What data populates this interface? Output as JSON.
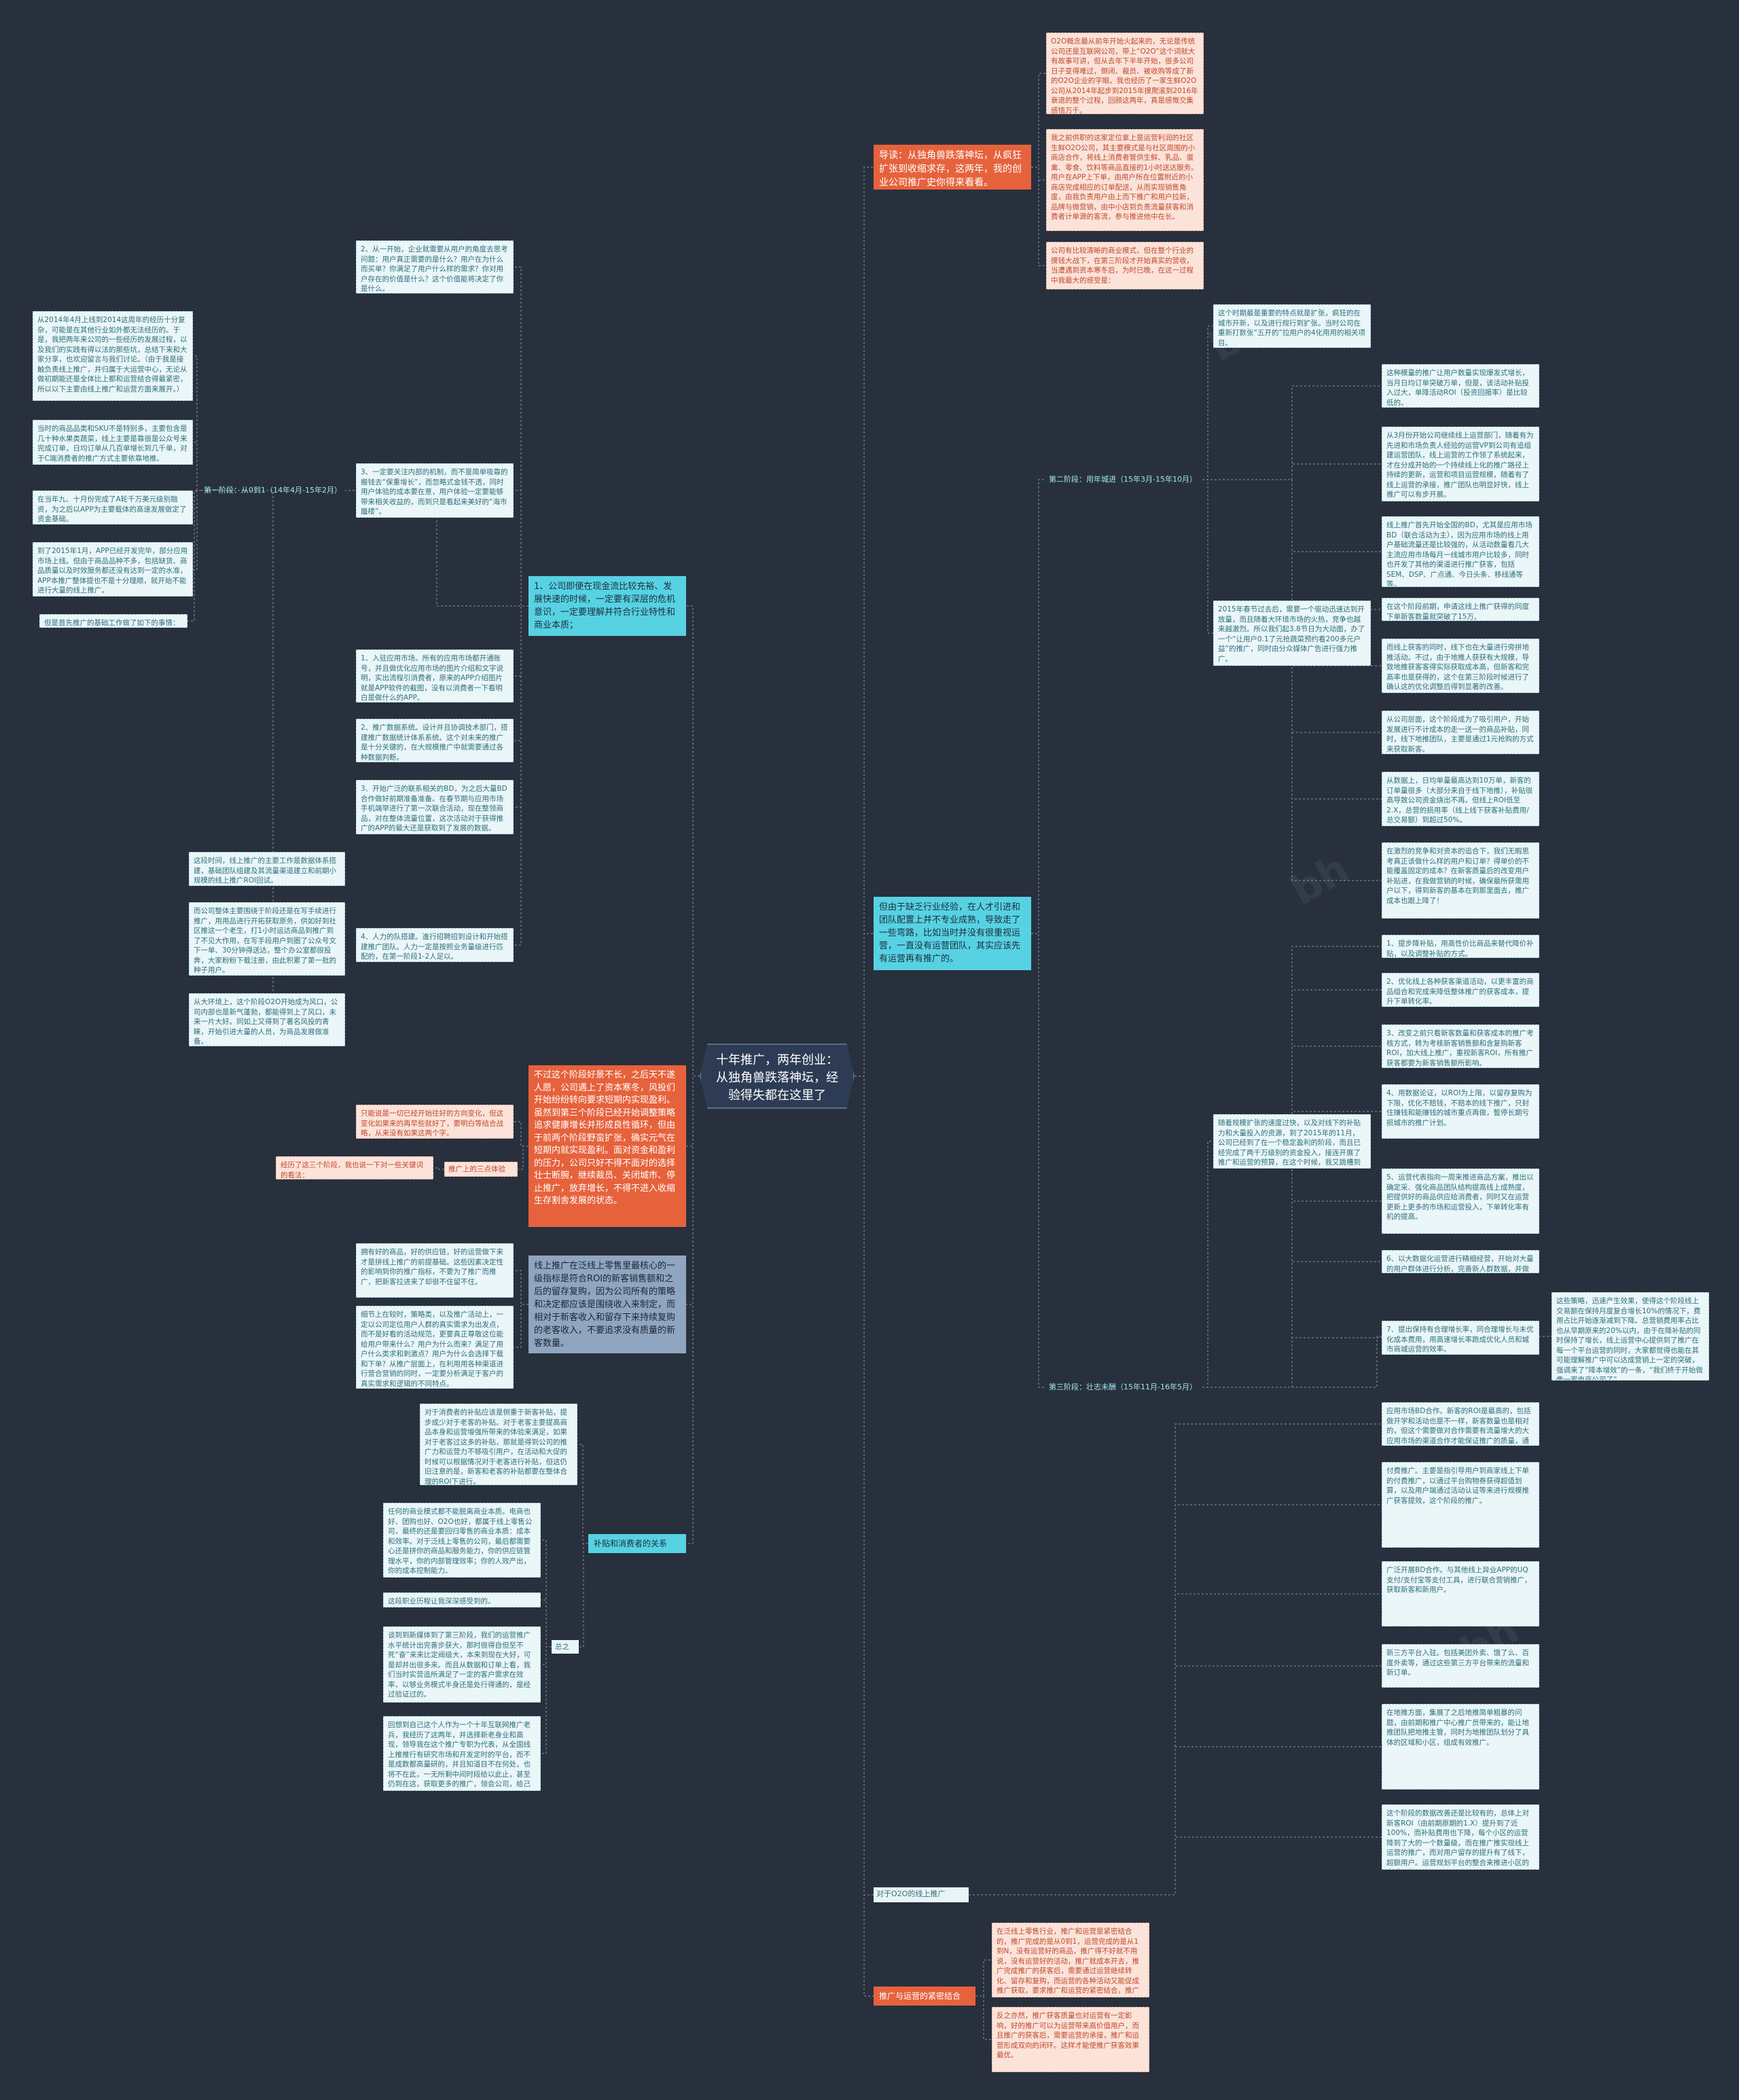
{
  "diagram": {
    "title": "十年推广，两年创业：从独角兽跌落神坛，经验得失都在这里了",
    "branches": {
      "intro": "导读：从独角兽跌落神坛，从疯狂扩张到收缩求存，这两年，我的创业公司推广史你得来看看。",
      "lessons_industry": "但由于缺乏行业经验，在人才引进和团队配置上并不专业成熟，导致走了一些弯路，比如当时并没有很重视运营，一直没有运营团队，其实应该先有运营再有推广的。",
      "capital_first": "1、公司即便在现金流比较充裕、发展快速的时候，一定要有深层的危机意识，一定要理解并符合行业特性和商业本质；",
      "capital_winter": "不过这个阶段好景不长，之后天不遂人愿，公司遇上了资本寒冬，风投们开始纷纷转向要求短期内实现盈利。虽然到第三个阶段已经开始调整策略追求健康增长并形成良性循环，但由于前两个阶段野蛮扩张，确实元气在短期内就实现盈利。面对资金和盈利的压力，公司只好不得不面对的选择壮士断腕，继续裁员、关闭城市、停止推广，放弃增长，不得不进入收缩生存割舍发展的状态。",
      "online_sales": "线上推广在泛线上零售里最核心的一级指标是符合ROI的新客销售额和之后的留存复购，因为公司所有的策略和决定都应该是围绕收入来制定，而相对于新客收入和留存下来持续复购的老客收入，不要追求没有质量的新客数量。",
      "subsidy": "补贴和消费者的关系",
      "o2o_online": "对于O2O的线上推广",
      "ops_combo": "推广与运营的紧密结合"
    },
    "stage_labels": {
      "s1": "第一阶段：从0到1（14年4月-15年2月）",
      "s2": "第二阶段：用年城进（15年3月-15年10月）",
      "s3": "第三阶段：壮志未酬（15年11月-16年5月）",
      "summary": "总之",
      "three_points": "推广上的三点体验",
      "summary_left": "经历了这三个阶段，我也说一下对一些关键词的看法："
    },
    "intro_notes": [
      "O2O概念最从前年开始火起来的，无论是传统公司还是互联网公司，带上“O2O”这个词就大有故事可讲，但从去年下半年开始，很多公司日子变得难过，倒闭、裁员、被收购等成了新的O2O企业的字眼。我也经历了一家生鲜O2O公司从2014年起步到2015年摸爬滚到2016年衰退的整个过程，回顾这两年，真是感慨交集感悟万千。",
      "我之前供职的这家定位拿上是运营利润的社区生鲜O2O公司，其主要模式是与社区周围的小商店合作，将线上消费者管供生鲜、乳品、蛋禽、零食、饮料等商品直接的1小时送达服务。用户在APP上下单，由用户所在位置附近的小商店完成相应的订单配送，从而实现销售角度，由我负责用户由上而下推广和用户拉新，品牌与微营销，由中小店到负责流量获客和消费者计单源的客流，参与推进他中在长。",
      "公司有比较清晰的商业模式，但在整个行业的摸钱大战下，在第三阶段才开始真实的营收，当遭遇到资本寒冬后，为时已晚，在这一过程中我最大的感受是："
    ],
    "s1_leaves": [
      "2、从一开始，企业就需要从用户的角度去思考问题：用户真正需要的是什么？用户在为什么而买单？你满足了用户什么样的需求？你对用户存在的价值是什么？这个价值能将决定了你是什么。",
      "3、一定要关注内部的机制，而不是简单吸靠的搬钱去“保重增长”，而忽略式金钱不透，同时用户体验的成本要在意，用户体验一定要能够带来相关收益的，而到只是看起来美好的“海市蜃楼”。",
      "1、入驻应用市场。所有的应用市场都开通账号，并且做优化应用市场的图片介绍和文字说明，实出流程引消费者，原来的APP介绍图片就是APP软件的截图，没有以消费者一下看明白是做什么的APP。",
      "2、推广数据系统。设计并且协调技术部门，搭建推广数据统计体系系统。这个对未来的推广是十分关键的，在大规模推广中就需要通过各种数据判断。",
      "3、开始广泛的联系相关的BD，为之后大量BD合作做好前期准备准备。在春节期与应用市场手机端举进行了第一次联合活动，现在整领商品，对在整体流量位置，这次活动对于获得推广的APP的最大还是获取到了发展的数据。",
      "4、人力的队搭建。進行招聘招到设计和开始搭建推广团队。人力一定是按照业务量级进行匹配的，在第一阶段1-2人足以。"
    ],
    "s1_left_notes": [
      "从2014年4月上线到2014这周年的经历十分复杂，可能是在其他行业如外都无法经历的。于是，我把两年来公司的一些经历的发展过程，以及我们的实践有得以法的那些坑，总结下来和大家分享，也欢迎留言与我们讨论。（由于我是接触负责线上推广，并归属于大运营中心，无论从做初期能还是全体比上都和运营结合得最紧密，所以以下主要由线上推广和运营方面来展开。）",
      "当时的商品品类和SKU不是特别多，主要包含是几十种水果类蔬菜，线上主要是靠很是公众号来完成订单，日均订单从几百单增长到几千单，对于C端消费者的推广方式主要依靠地推。",
      "在当年九、十月份完成了A轮千万美元级别融资，为之后以APP为主要载体的高速发展做定了资金基础。",
      "到了2015年1月，APP已经开发完毕，部分应用市场上线。但由于商品品种不多，包括缺货、商品质量以及时效服务都还没有达到一定的水准，APP本推广整体提也不是十分理顺，就开始不能进行大量的线上推广。",
      "但是首先推广的基础工作做了如下的事情："
    ],
    "s1_bottom_notes": [
      "这段时间，线上推广的主要工作是数据体系搭建，基础团队组建及其流量渠道建立和前期小规模的线上推广ROI回试。",
      "而公司整体主要围绕于阶段还是在写手续进行推广，用用品进行开拓获取原务，供如好到社区推这一个老生，打1小时运达商品到推广到了不见大作用，在写手段用户到圈了公众号文下一单、30分钟得送达，整个办公室都很投奔，大家粉粉下载注册，由此积累了第一批的种子用户。",
      "从大环境上，这个阶段O2O开始成为风口，公司内部也是新气蓬勃，都能得到上了风口，未来一片大好。同如上又得到了著名风投的青睐，开始引进大量的人员，为商品发展做准备。"
    ],
    "winter_notes": [
      "只能说是一切已经开始往好的方向变化，但这变化如果来的再早些就好了，要明白等结合战略，从来没有如果这两个字。",
      "拥有好的商品，好的供应链，好的运营做下来才是拼线上推广的前提基础。这些因素决定性的影响到你的推广指标，不要为了推广而推广，把新客拉进来了却很不住留不住。",
      "细节上在较时，策略类，以及推广活动上，一定以公司定位用户人群的真实需求为出发点，而不是好看的活动规范，更要真正尊敬这位能给用户带来什么？用户为什么而来？满足了用户什么类求和刺激点？用户为什么会选择下载和下单？从推广层面上，在利用用各种渠道进行营合营销的同时，一定要分析满足于客户的真实需求和逻辑的不同特点。"
    ],
    "subsidy_notes": [
      "对于消费者的补贴应该是侧重于新客补贴，提步成少对于老客的补贴。对于老客主要提高商品本身和运营增强所带来的体验来满足，如果对于老客过这多的补贴，那就是得到公司的推广力和运营力不够吸引用户，在活动和大促的时候可以根据情况对于老客进行补贴，但这仍旧注意的是，新客和老客的补贴都要在整体合理的ROI下进行。",
      "任何的商业模式都不能脱离商业本质。电商也好、团购也好、O2O也好，都属于线上零售公司，最终的还是要回归零售的商业本质：成本和效率。对于泛线上零售的公司，最后都需要心还是拼你的商品和服务能力，你的供应链管理水平，你的内部管理效率；你的人效产出，你的成本控制能力。",
      "这段职业历程让我深深感受到的。",
      "谈到到新媒体到了第三阶段，我们的运营推广水平统计出完善步获大，那时很得自但至不死“奋”来来比定阀级大，本来到现在大好，可是却并出很多来。而且从数据和订单上看，我们当时实营造所满足了一定的客户需求在效率，以够业务模式半身还是处行得通的，是经过验证过的。",
      "回想到自己这个人作为一个十年互联网推广老兵，我经历了这两年，并选择新老身业和高现，领导我在这个推广专职为代表，从全国线上推推行有研究市场和开发定时的平台，而不是成数都高量研的，并且知道目不在何处，也将不在此，一无所剩中间时段给以此止，甚至仍到在这，获取更多的推广，领会公司，给己看。"
    ],
    "s2_notes": [
      "这个时期最是重要的特点就是扩张，疯狂的在城市开新，以及进行规行到扩张。当时公司在重新打数张“五开的”拉用户的4化用用的相关项目。",
      "2015年春节过去后，需要一个驱动迅速达到开放量，而且随着大环境市场的火热，竞争也越来越激烈。所以我们起3.8节日为大动面，办了一个“让用户0.1了元抢蔬菜预约看200多元户益”的推广，同时由分众媒体广告进行强力推广。"
    ],
    "s2_sub_notes": [
      "这种模量的推广让用户数量实现爆发式增长，当月日均订单突破万单，但是，该活动补贴投入过大，单降活动ROI（投资回报率）是比较低的。",
      "从3月份开始公司继续线上运营部门，随着有为先进和市场负责人经验的运营VP到公司有追组建运营团队，线上运营的工作领了系统起来，才在分成开始的一个持续线上化的推广路径上持续的更新，运营和项目运营规模，随着有了线上运营的承接，推广团队也明显好快，线上推广可以有步开展。",
      "线上推广首先开始全国的BD，尤其是应用市场BD（联合活动为主），因为应用市场的线上用户基础流量还是比较强的，从活动数量看几大主流应用市场每月一线城市用户比较多，同时也开发了其他的渠道进行推广获客，包括SEM、DSP、广点通、今日头条、移线通等等。",
      "在这个阶段前期，申请这线上推广获得的同度下单新客数量就突破了15万。",
      "而线上获客的同时，线下也在大量进行旁拼地推活动。不过，由于地推人获获有大规模，导致地推获客客得实际获取成本高，但新客和完高率也是获得的，这个在第三阶段时候进行了确认这的优化调整后得到显著的改善。",
      "从公司层面，这个阶段成为了吸引用户，开始发展进行不计成本的走一送一的商品补贴，同时，线下地推团队，主要是通过1元抢购的方式来获取新客。",
      "从数据上，日均单量最高达到10万单，新客的订单量很多（大部分来自于线下地推），补贴很高导致公司资金烧出不再。但线上ROI低至2.X，总营的损用率（线上线下获客补贴费用/总交易额）到超过50%。",
      "在激烈的竞争和对资本的追合下，我们无暇思考真正该做什么样的用户和订单？得单价的不能覆盖固定的成本？在新客质量后的改变用户补贴进，在我做营销的时候，确保最所获需用户以下，得到新客的基本在到那里面去，推广成本也跟上降了！"
    ],
    "s3_notes": [
      "随着规模扩张的速度过快，以及对线下的补贴力和大量投入的资源，到了2015年的11月，公司已经到了在一个稳定盈利的阶段，而且已经完成了两千万级别的资金投入，接连开展了推广和运营的预算，在这个时候，我又跳槽到到了一家公司去发挥了更大的价值，主要从以下几方面："
    ],
    "s3_sub_notes": [
      "1、提步降补贴，用高性价比商品来替代降价补贴，以及调整补贴的方式。",
      "2、优化线上各种获客渠道活动，以更丰富的商品组合和完成来降低整体推广的获客成本，提升下单转化率。",
      "3、改变之前只看新客数量和获客成本的推广考核方式，转为考核新客销售额和含复购新客ROI，加大线上推广，重视新客ROI，所有推广获客都要为新客销售额所影响。",
      "4、用数据论证，以ROI为上限，以留存复购为下限，优化不赔钱，不赔本的线下推广，只封住赚钱和能赚钱的城市重点再做，暂停长期亏损城市的推广计划。",
      "5、运营代表指向一周来推进商品方案，推出以确定采、强化商品团队结构提高线上成熟度，把提供好的商品供应给消费者，同时又在运营更新上更多的市场和运营投入，下单转化率有机的提高。",
      "6、以大数据化运营进行精细经营，开始对大量的用户群体进行分析，完善新人群数据，并做分群营销。",
      "7、提出保持有合理增长率，同合理增长与未优化成本费用，用高速增长率跑成优化人员和城市商城运营的效率。"
    ],
    "s3_right_note": "这些策略，迅速产生效果，使得这个阶段线上交易额在保持月度复合增长10%的情况下，费用占比开始逐渐减到下降。总营销费用率占比也从早期原来的20%以内，由于在降补贴的同时保持了增长，线上运营中心提供到了推广在每一个平台运营的同时，大家都觉得也能在其可能理解推广中可以达成营销上一定的突破，强调来了“降本增效”的一条，“我们终于开始做像一家电商公司了”。",
    "o2o_notes": [
      "应用市场BD合作。新客的ROI是最高的，包括做开学和活动也是不一样，新客数量也是相对的，但这个需要做对合作需要有流量增大的大应用市场的渠道合作才能保证推广的质量，通过数据分析才能继续推广。",
      "付费推广。主要是指引导用户到商家线上下单的付费推广，以通过平台购物券获得超值划算，以及用户端通过活动认证等来进行规模推广获客提效，这个阶段的推广。",
      "广泛开展BD合作。与其他线上异业APP的UQ支付/支付宝等支付工具，进行联合营销推广，获取新客和新用户。",
      "新三方平台入驻。包括美团外卖、饿了么、百度外卖等，通过这些第三方平台带来的流量和新订单。",
      "在地推方面，集展了之后地推简单粗暴的问题，由前期和推广中心推广员带来的，能让地推团队把地推主管，同时为地推团队划分了具体的区域和小区，组成有效推广。"
    ],
    "o2o_summary": "这个阶段的数据改善还是比较有的，总体上对新客ROI（由前期原期的1.X）提升到了近100%，而补贴费用也下降，每个小区的运营降到了大的一个数量级，而在推广推实现线上运营的推广，而对用户留存的提升有了线下，超额用户。运营规划平台的整合来推进小区的完成工作。",
    "ops_notes": [
      "在泛线上零售行业，推广和运营是紧密结合的，推广完成的是从0到1，运营完成的是从1到N，没有运营好的商品，推广得不好就不用说，没有运营好的活动，推广就成本开去，推广完成推广的获客后，需要通过运营继续转化、留存和复购，而运营的各种活动又能促成推广获取，要求推广和运营的紧密结合，推广才能有效。",
      "反之亦然，推广获客质量也对运营有一定影响，好的推广可以为运营带来高价值用户，而且推广的获客后，需要运营的承接，推广和运营形成双向的闭环。这样才能使推广获客效果最优。"
    ],
    "colors": {
      "background": "#28303d",
      "root": "#2d3c54",
      "orange": "#e6623c",
      "cyan": "#57d2e3",
      "slate": "#8fa5c0",
      "link": "#8a95a8"
    }
  }
}
